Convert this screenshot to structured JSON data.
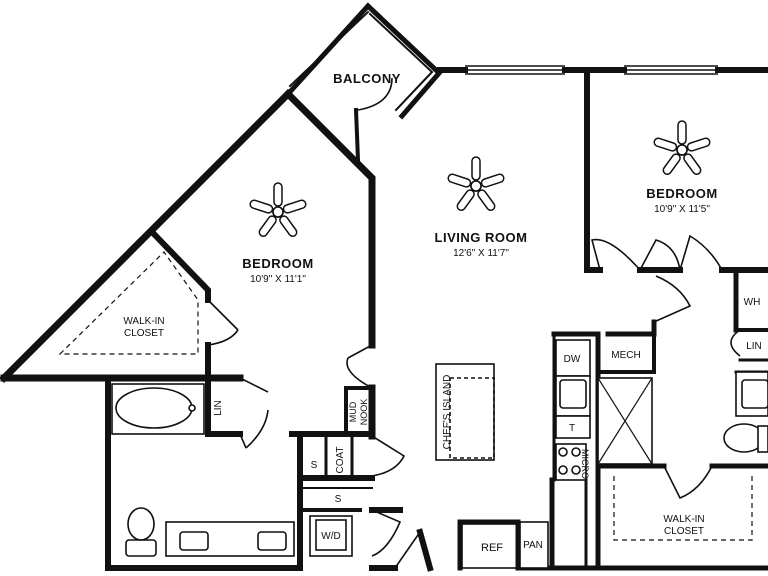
{
  "rooms": {
    "balcony": {
      "name": "BALCONY"
    },
    "living_room": {
      "name": "LIVING ROOM",
      "dims": "12'6\" X 11'7\""
    },
    "bedroom_left": {
      "name": "BEDROOM",
      "dims": "10'9\" X 11'1\""
    },
    "bedroom_right": {
      "name": "BEDROOM",
      "dims": "10'9\" X 11'5\""
    },
    "walk_in_closet_left": {
      "name_line1": "WALK-IN",
      "name_line2": "CLOSET"
    },
    "walk_in_closet_right": {
      "name_line1": "WALK-IN",
      "name_line2": "CLOSET"
    }
  },
  "labels": {
    "lin_left": "LIN",
    "lin_right": "LIN",
    "mud_line1": "MUD",
    "mud_line2": "NOOK",
    "coat": "COAT",
    "shelf_1": "S",
    "shelf_2": "S",
    "wd": "W/D",
    "dw": "DW",
    "mech": "MECH",
    "wh": "WH",
    "micro": "MICRO",
    "trash": "T",
    "ref": "REF",
    "pan": "PAN",
    "chefs_island": "CHEF'S ISLAND"
  }
}
